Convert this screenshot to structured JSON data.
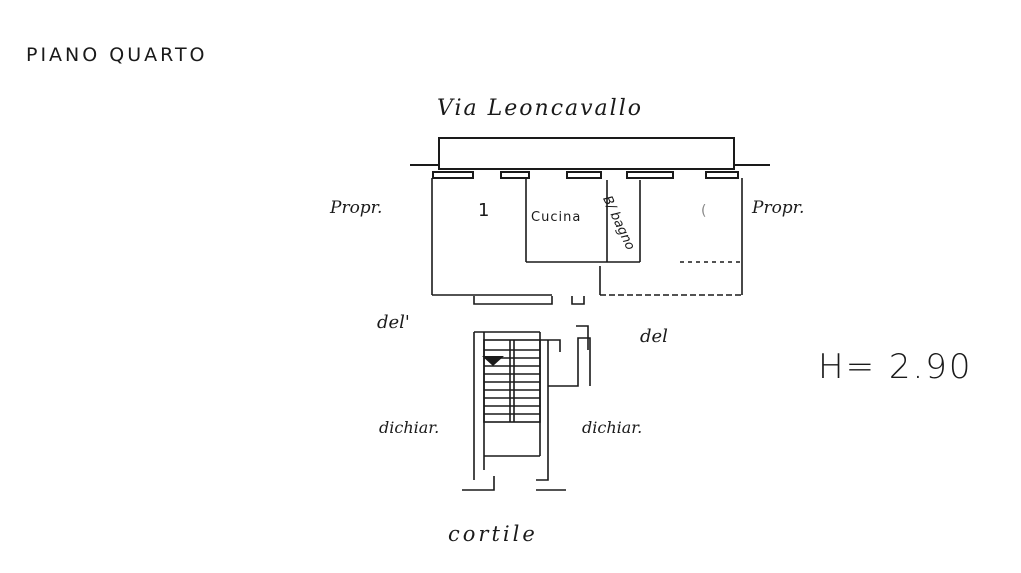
{
  "plan": {
    "title": "PIANO QUARTO",
    "street": "Via Leoncavallo",
    "neighbor_left": "Propr.",
    "neighbor_right": "Propr.",
    "rooms": {
      "room_1": "1",
      "kitchen": "Cucina",
      "bathroom": "B/ bagno",
      "room_right": "("
    },
    "annotations": {
      "del_left": "del'",
      "del_right": "del",
      "dichiar_left": "dichiar.",
      "dichiar_right": "dichiar."
    },
    "height": "H= 2.90",
    "courtyard": "cortile"
  },
  "colors": {
    "ink": "#1a1a1a",
    "paper": "#ffffff"
  }
}
